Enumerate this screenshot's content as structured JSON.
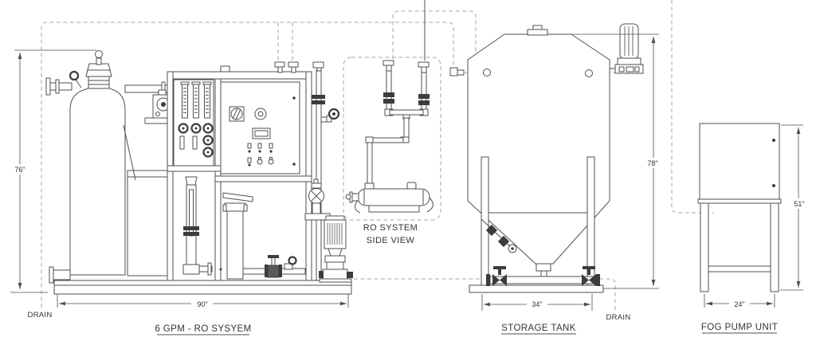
{
  "drawing": {
    "type": "equipment line drawing",
    "colors": {
      "line": "#4f4f4f",
      "dashed_route": "#a6a6a6",
      "dark_fitting": "#3c3c3c",
      "background": "#ffffff"
    }
  },
  "units": {
    "ro_system": {
      "title": "6 GPM - RO SYSYEM",
      "height_dim": "76\"",
      "width_dim": "90\"",
      "drain_label": "DRAIN"
    },
    "side_view": {
      "label_line1": "RO SYSTEM",
      "label_line2": "SIDE VIEW"
    },
    "storage_tank": {
      "title": "STORAGE TANK",
      "width_dim": "34\"",
      "height_dim": "78\"",
      "drain_label": "DRAIN"
    },
    "fog_pump": {
      "title": "FOG PUMP UNIT",
      "height_dim": "51\"",
      "width_dim": "24\""
    }
  }
}
